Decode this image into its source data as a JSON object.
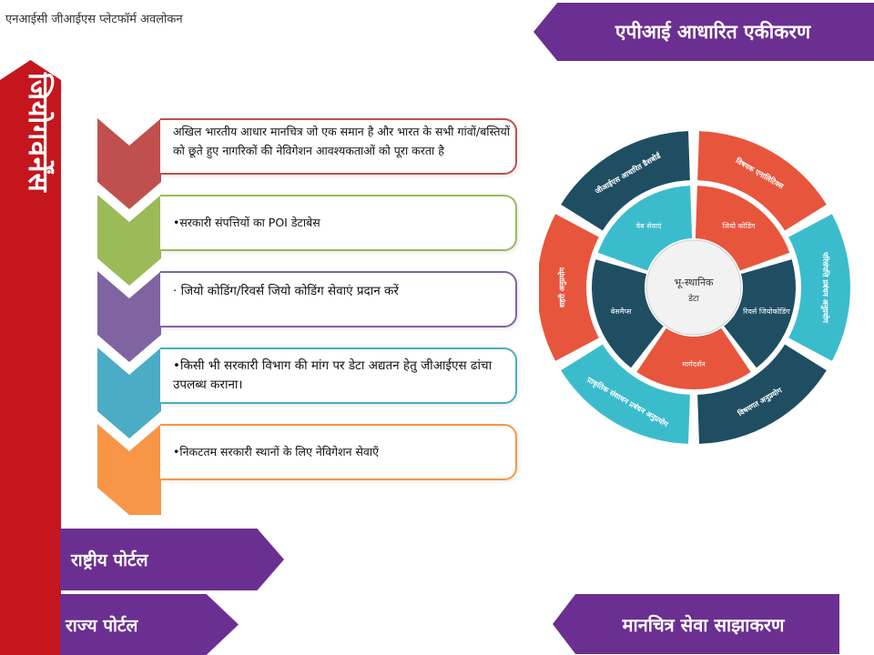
{
  "page": {
    "title": "एनआईसी जीआईएस प्लेटफॉर्म अवलोकन"
  },
  "banners": {
    "top": "एपीआई आधारित एकीकरण",
    "bottom": "मानचित्र सेवा साझाकरण",
    "side": "जियोगवर्नेंस",
    "national_portal": "राष्ट्रीय पोर्टल",
    "state_portal": "राज्य पोर्टल"
  },
  "steps": [
    {
      "text": "अखिल भारतीय आधार मानचित्र जो एक समान है और भारत के सभी गांवों/बस्तियों को छूते हुए नागरिकों की नेविगेशन आवश्यकताओं को पूरा करता है",
      "color": "#c0504d"
    },
    {
      "text": "•सरकारी संपत्तियों का POI डेटाबेस",
      "color": "#9bbb59"
    },
    {
      "text": "· जियो कोडिंग/रिवर्स जियो कोडिंग सेवाएं प्रदान करें",
      "color": "#8064a2"
    },
    {
      "text": "•किसी भी सरकारी विभाग की मांग पर डेटा अद्यतन हेतु जीआईएस ढांचा उपलब्ध कराना।",
      "color": "#4bacc6"
    },
    {
      "text": "•निकटतम सरकारी स्थानों के लिए नेविगेशन सेवाएँ",
      "color": "#f79646"
    }
  ],
  "wheel": {
    "center": {
      "line1": "भू-स्थानिक",
      "line2": "डेटा"
    },
    "inner": [
      {
        "label": "जियो कोडिंग",
        "color": "#e8553d"
      },
      {
        "label": "रिवर्स जियोकोडिंग",
        "color": "#1f4e63"
      },
      {
        "label": "मार्गदर्शन",
        "color": "#e8553d"
      },
      {
        "label": "बेसमैप्स",
        "color": "#1f4e63"
      },
      {
        "label": "वेब सेवाएं",
        "color": "#3bbccc"
      }
    ],
    "outer": [
      {
        "label": "विषयक एनालिटिक्स",
        "color": "#e8553d"
      },
      {
        "label": "परिसंपत्ति प्रबंधन अनुप्रयोग",
        "color": "#3bbccc"
      },
      {
        "label": "विषयगत अनुप्रयोग",
        "color": "#1f4e63"
      },
      {
        "label": "प्राकृतिक संसाधन प्रबंधन अनुप्रयोग",
        "color": "#3bbccc"
      },
      {
        "label": "शहरी अनुप्रयोग",
        "color": "#e8553d"
      },
      {
        "label": "जीआईएस आधारित डैशबोर्ड",
        "color": "#1f4e63"
      }
    ]
  }
}
